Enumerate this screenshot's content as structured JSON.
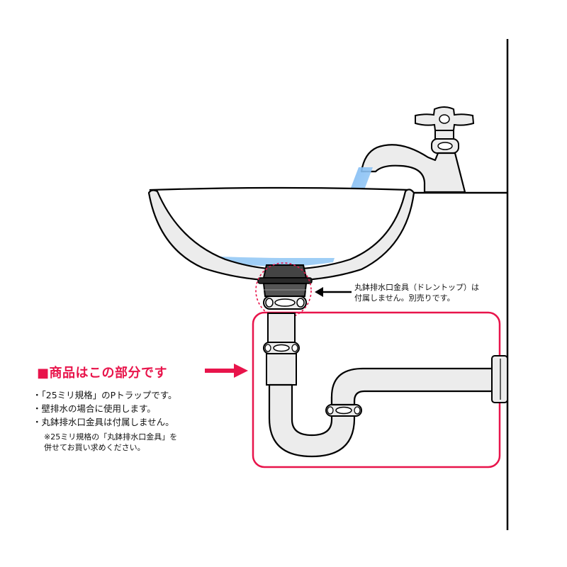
{
  "callout": {
    "line1": "丸鉢排水口金具（ドレントップ）は",
    "line2": "付属しません。別売りです。"
  },
  "headline": "■商品はこの部分です",
  "notes": [
    "・「25ミリ規格」のPトラップです。",
    "・壁排水の場合に使用します。",
    "・丸鉢排水口金具は付属しません。"
  ],
  "subnote": {
    "line1": "※25ミリ規格の「丸鉢排水口金具」を",
    "line2": "併せてお買い求めください。"
  },
  "colors": {
    "accent": "#e8144b",
    "water": "#8ec6f5",
    "pipe": "#e6e6e6",
    "outline": "#000000"
  },
  "icons": {
    "callout_arrow": "arrow-left-icon",
    "headline_arrow": "arrow-right-icon"
  }
}
